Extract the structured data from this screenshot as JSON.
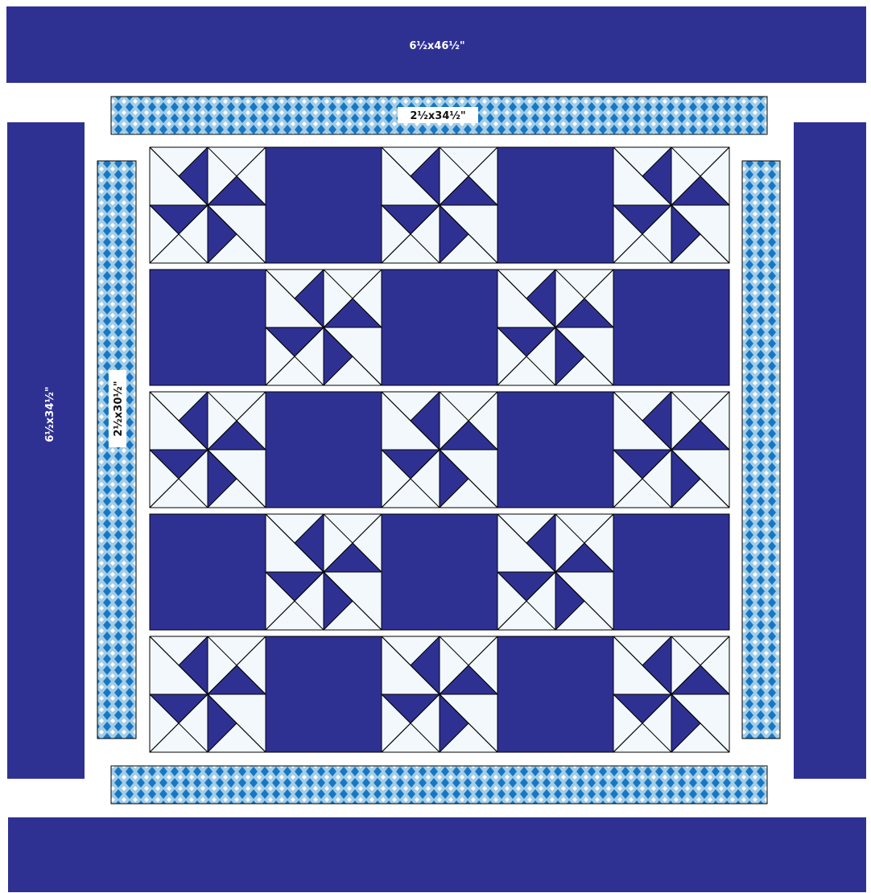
{
  "colors": {
    "navy": "#2f3192",
    "light": "#f2f8fc",
    "outline": "#000000",
    "check_blue": "#1777c4",
    "check_light": "#a3cde6",
    "label_light": "#ffffff",
    "label_dark": "#111111"
  },
  "labels": {
    "top_outer_border": "6½x46½\"",
    "top_inner_border": "2½x34½\"",
    "left_outer_border": "6½x34½\"",
    "left_inner_border": "2½x30½\""
  },
  "grid": {
    "rows": [
      [
        "pinwheel",
        "solid",
        "pinwheel",
        "solid",
        "pinwheel"
      ],
      [
        "solid",
        "pinwheel",
        "solid",
        "pinwheel",
        "solid"
      ],
      [
        "pinwheel",
        "solid",
        "pinwheel",
        "solid",
        "pinwheel"
      ],
      [
        "solid",
        "pinwheel",
        "solid",
        "pinwheel",
        "solid"
      ],
      [
        "pinwheel",
        "solid",
        "pinwheel",
        "solid",
        "pinwheel"
      ]
    ]
  }
}
